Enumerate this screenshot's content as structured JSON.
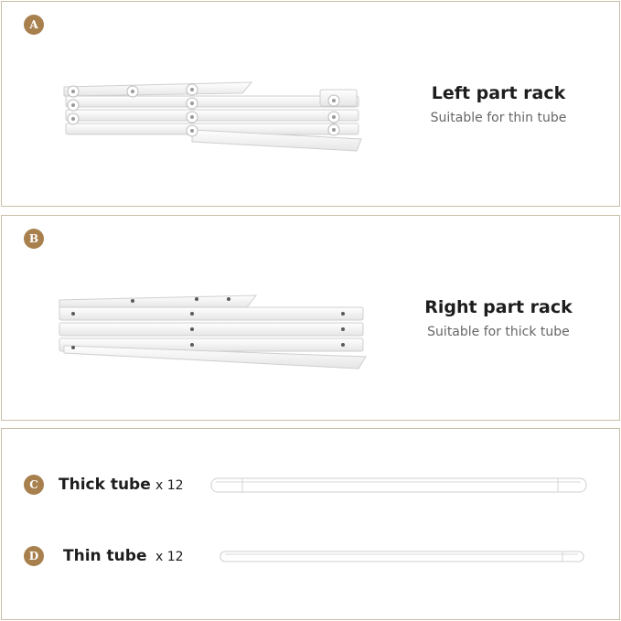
{
  "sections": {
    "a": {
      "badge": "A",
      "title": "Left part rack",
      "subtitle": "Suitable for thin tube"
    },
    "b": {
      "badge": "B",
      "title": "Right part rack",
      "subtitle": "Suitable for thick tube"
    },
    "c": {
      "badge": "C",
      "label": "Thick tube",
      "qty": "x 12"
    },
    "d": {
      "badge": "D",
      "label": "Thin tube",
      "qty": "x 12"
    }
  },
  "colors": {
    "badge": "#a8804e",
    "border": "#c9bfa8",
    "rack": "#ffffff",
    "rack_edge": "#cfcfcf"
  },
  "icons": [
    "left-rack-illustration",
    "right-rack-illustration",
    "thick-tube-illustration",
    "thin-tube-illustration"
  ]
}
